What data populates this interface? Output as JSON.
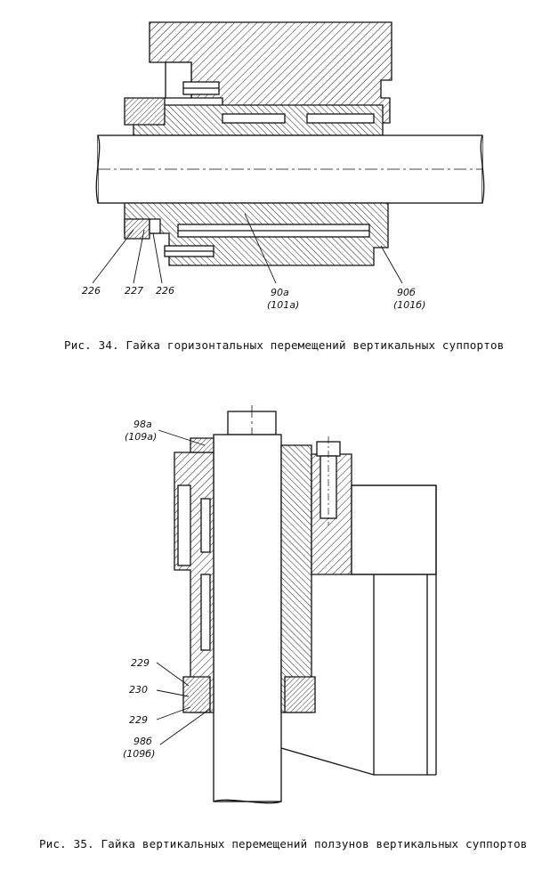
{
  "figure34": {
    "caption": "Рис. 34. Гайка горизонтальных перемещений вертикальных суппортов",
    "labels": {
      "l226a": "226",
      "l227": "227",
      "l226b": "226",
      "l90a": "90а",
      "l101a": "(101а)",
      "l90b": "90б",
      "l101b": "(101б)"
    }
  },
  "figure35": {
    "caption": "Рис. 35. Гайка вертикальных перемещений ползунов вертикальных суппортов",
    "labels": {
      "l98a": "98а",
      "l109a": "(109а)",
      "l229a": "229",
      "l230": "230",
      "l229b": "229",
      "l98b": "98б",
      "l109b": "(109б)"
    }
  }
}
